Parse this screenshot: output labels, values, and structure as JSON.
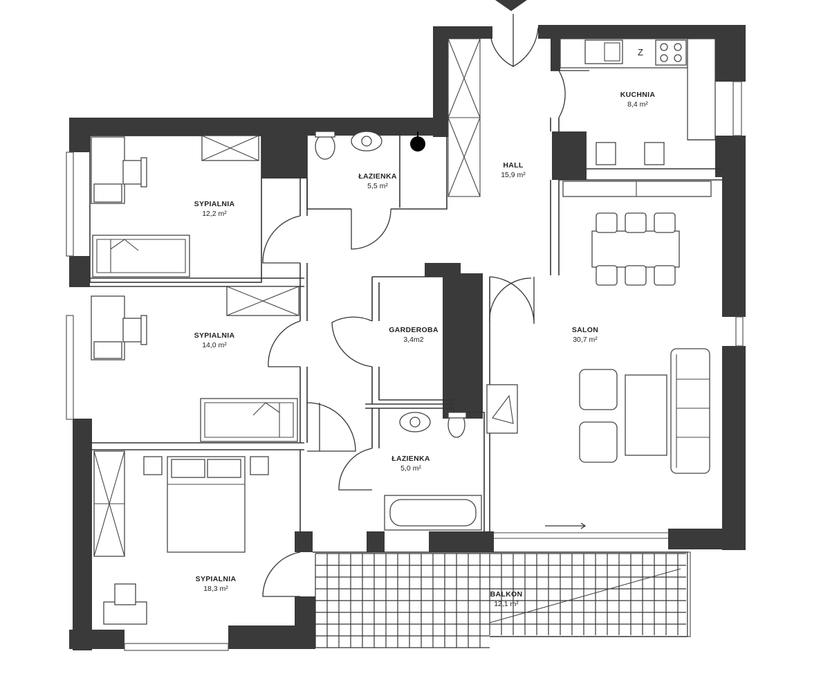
{
  "rooms": {
    "kitchen": {
      "name": "KUCHNIA",
      "area": "8,4 m²"
    },
    "hall": {
      "name": "HALL",
      "area": "15,9 m²"
    },
    "bath1": {
      "name": "ŁAZIENKA",
      "area": "5,5 m²"
    },
    "bed1": {
      "name": "SYPIALNIA",
      "area": "12,2 m²"
    },
    "bed2": {
      "name": "SYPIALNIA",
      "area": "14,0 m²"
    },
    "wardrobe": {
      "name": "GARDEROBA",
      "area": "3,4m2"
    },
    "living": {
      "name": "SALON",
      "area": "30,7 m²"
    },
    "bath2": {
      "name": "ŁAZIENKA",
      "area": "5,0 m²"
    },
    "bed3": {
      "name": "SYPIALNIA",
      "area": "18,3 m²"
    },
    "balcony": {
      "name": "BALKON",
      "area": "12,1 m²"
    }
  },
  "kitchen_symbol": "Z",
  "colors": {
    "wall": "#3a3a3a",
    "line": "#333333",
    "marker": "#000000"
  }
}
